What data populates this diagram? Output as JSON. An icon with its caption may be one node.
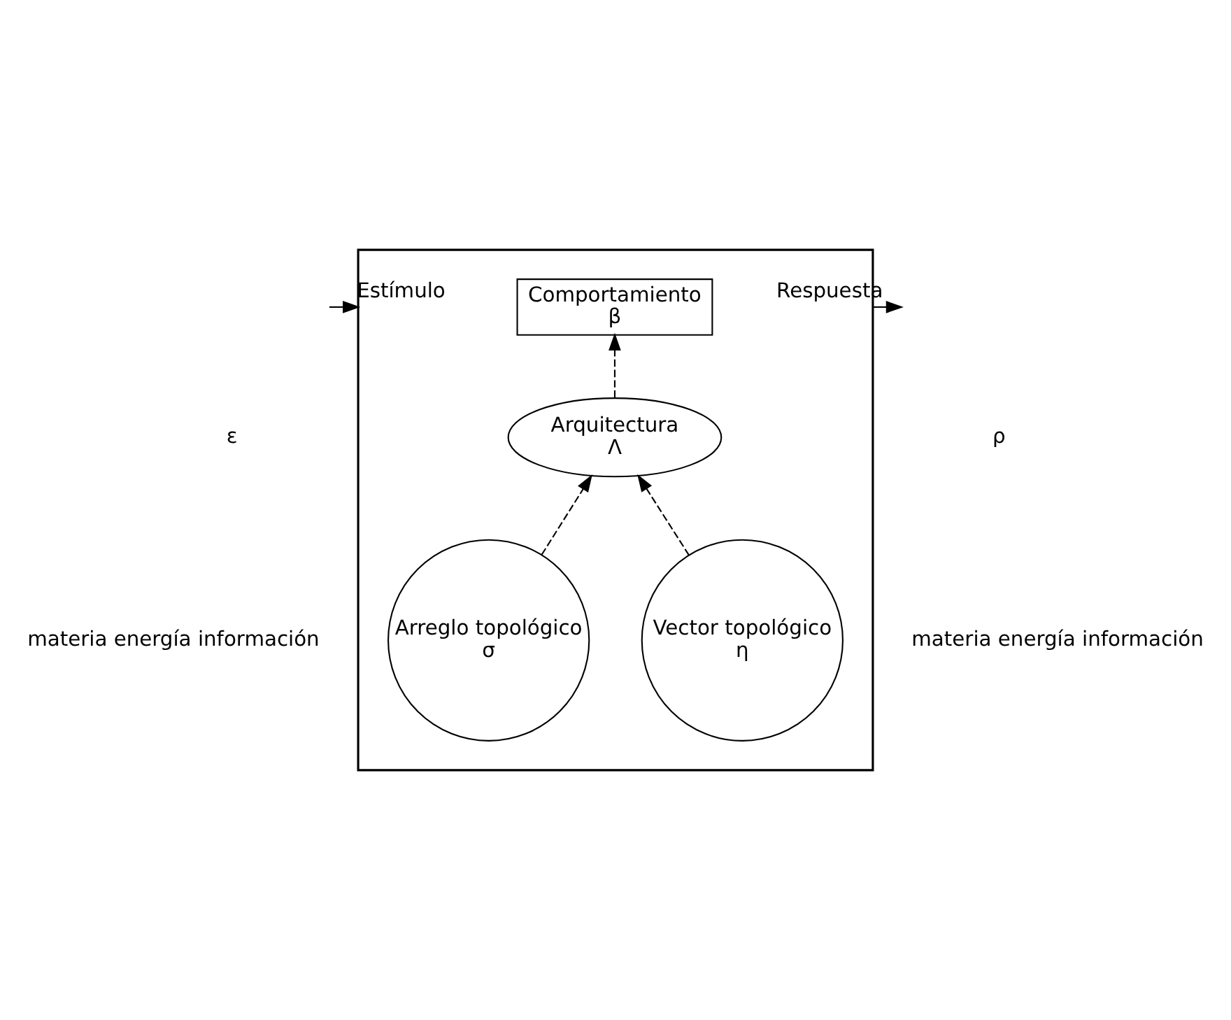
{
  "diagram": {
    "nodes": [
      {
        "text": [],
        "shape": "box"
      },
      {
        "text": [
          "Comportamiento",
          "β"
        ],
        "in": 0
      },
      {
        "text": [
          "Arquitectura",
          "Λ"
        ],
        "in": 0
      },
      {
        "text": [
          "Arreglo topológico",
          "σ"
        ],
        "in": 0
      },
      {
        "text": [
          "Vector topológico",
          "η"
        ],
        "in": 0
      }
    ],
    "edges": [
      {
        "from": null,
        "to": 0,
        "arrow": "to",
        "label": "Estímulo"
      },
      {
        "from": 0,
        "to": null,
        "arrow": "to",
        "label": "Respuesta"
      },
      {
        "from": 2,
        "to": 1,
        "arrow": "to",
        "style": "dashed"
      },
      {
        "from": 3,
        "to": 2,
        "arrow": "to",
        "style": "dashed"
      },
      {
        "from": 4,
        "to": 2,
        "arrow": "to",
        "style": "dashed"
      }
    ],
    "labels": [
      "ε",
      "materia energía información",
      "ρ",
      "materia energía información"
    ]
  }
}
